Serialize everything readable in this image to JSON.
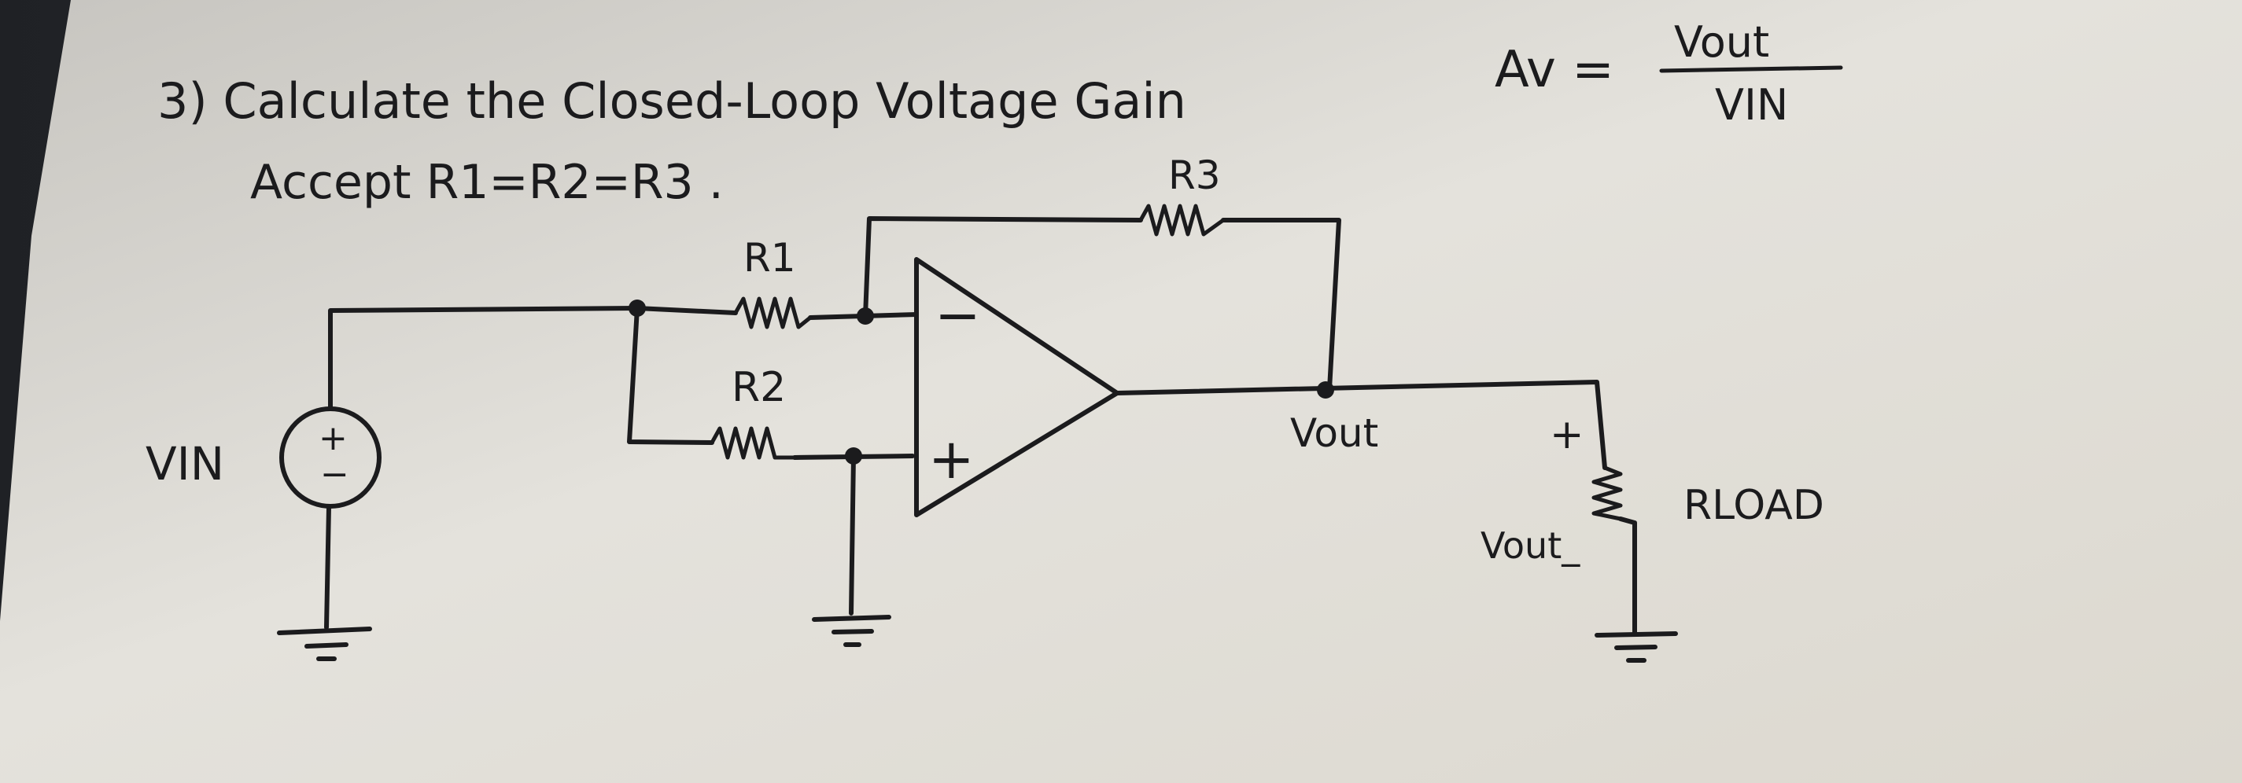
{
  "problem": {
    "line1": "3) Calculate the Closed-Loop Voltage Gain",
    "line2": "Accept  R1=R2=R3 ."
  },
  "gain_formula": {
    "lhs": "Av =",
    "numerator": "Vout",
    "denominator": "VIN"
  },
  "circuit": {
    "source_label": "VIN",
    "source_polarity_plus": "+",
    "source_polarity_minus": "−",
    "r1_label": "R1",
    "r2_label": "R2",
    "r3_label": "R3",
    "opamp_inverting": "−",
    "opamp_noninverting": "+",
    "output_node_label": "Vout",
    "load_plus": "+",
    "load_minus_label": "Vout_",
    "load_label": "RLOAD"
  },
  "colors": {
    "ink": "#1b1b1d",
    "paper": "#e2dfd8",
    "background_dark": "#2a2c30"
  }
}
